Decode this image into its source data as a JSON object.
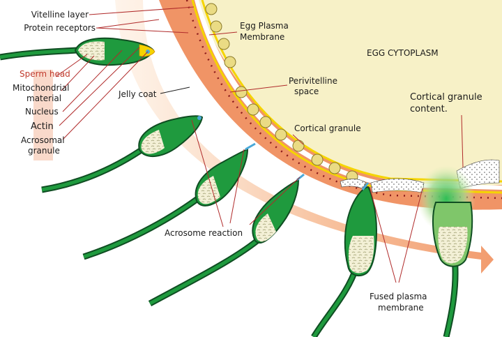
{
  "labels": {
    "vitelline_layer": "Vitelline layer",
    "protein_receptors": "Protein receptors",
    "egg_plasma_membrane_1": "Egg Plasma",
    "egg_plasma_membrane_2": "Membrane",
    "egg_cytoplasm": "EGG CYTOPLASM",
    "perivitelline_1": "Perivitelline",
    "perivitelline_2": "space",
    "sperm_head": "Sperm head",
    "mitochondrial_1": "Mitochondrial",
    "mitochondrial_2": "material",
    "nucleus": "Nucleus",
    "actin": "Actin",
    "acrosomal_1": "Acrosomal",
    "acrosomal_2": "granule",
    "jelly_coat": "Jelly coat",
    "cortical_granule": "Cortical granule",
    "cortical_content_1": "Cortical granule",
    "cortical_content_2": "content.",
    "acrosome_reaction": "Acrosome reaction",
    "fused_1": "Fused plasma",
    "fused_2": "membrane"
  },
  "colors": {
    "cytoplasm": "#f7f1c7",
    "jelly_coat": "#f09466",
    "arrow": "#f3a173",
    "membrane": "#f5d400",
    "sperm_green": "#1f9a3e",
    "sperm_dark": "#0f4d22",
    "leader": "#b02a2a",
    "granule": "#eadb84",
    "sperm_head_label": "#c0392b"
  }
}
